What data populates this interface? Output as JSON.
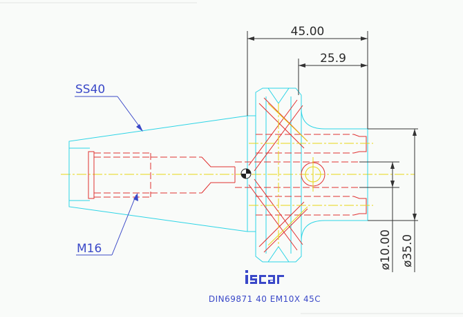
{
  "title_block": {
    "brand": "iscar",
    "designation": "DIN69871 40 EM10X 45C"
  },
  "callouts": {
    "taper": "SS40",
    "thread": "M16"
  },
  "dimensions": {
    "overall_length": "45.00",
    "pocket_length": "25.9",
    "bore_diameter": "ø10.00",
    "outer_diameter": "ø35.0"
  },
  "colors": {
    "outline": "#2bd4e6",
    "hidden": "#e03030",
    "centerline": "#e8d414",
    "dimension": "#333333",
    "callout": "#3a48c8"
  }
}
